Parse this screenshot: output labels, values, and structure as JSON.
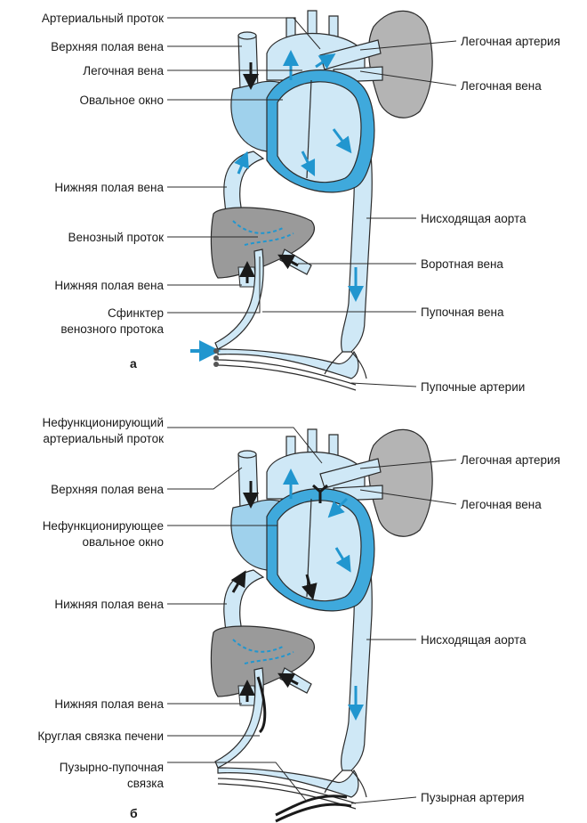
{
  "colors": {
    "vessel_light": "#cfe8f6",
    "vessel_mid": "#9fd1ec",
    "vessel_dark": "#3fa9dc",
    "arrow_blue": "#2196cf",
    "organ_gray": "#9a9a9a",
    "lung_gray": "#b4b4b4",
    "outline": "#2b2b2b"
  },
  "panel_a": {
    "letter": "а",
    "left_labels": [
      "Артериальный проток",
      "Верхняя полая вена",
      "Легочная вена",
      "Овальное окно",
      "Нижняя полая вена",
      "Венозный проток",
      "Нижняя полая вена",
      "Сфинктер",
      "венозного протока"
    ],
    "right_labels": [
      "Легочная артерия",
      "Легочная вена",
      "Нисходящая аорта",
      "Воротная вена",
      "Пупочная вена",
      "Пупочные артерии"
    ]
  },
  "panel_b": {
    "letter": "б",
    "left_labels": [
      "Нефункционирующий",
      "артериальный проток",
      "Верхняя полая вена",
      "Нефункционирующее",
      "овальное окно",
      "Нижняя полая вена",
      "Нижняя полая вена",
      "Круглая связка печени",
      "Пузырно-пупочная",
      "связка"
    ],
    "right_labels": [
      "Легочная артерия",
      "Легочная вена",
      "Нисходящая аорта",
      "Пузырная артерия"
    ]
  }
}
